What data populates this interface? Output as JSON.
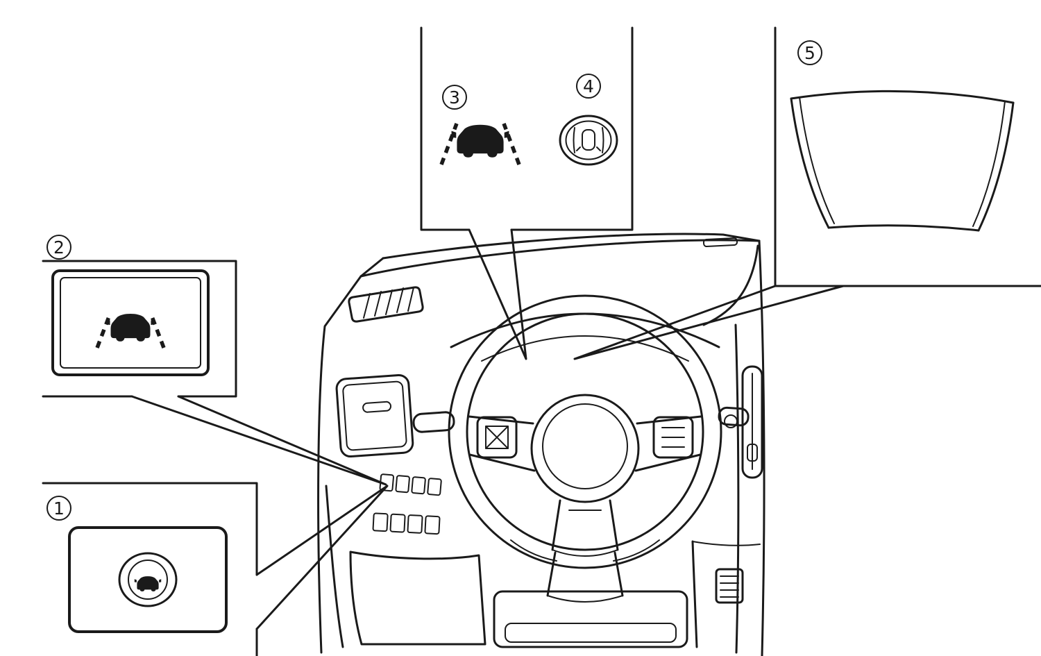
{
  "callouts": [
    {
      "number": "1",
      "name": "camera-switch-button"
    },
    {
      "number": "2",
      "name": "meter-display-lane-departure-warning"
    },
    {
      "number": "3",
      "name": "lane-departure-warning-indicator"
    },
    {
      "number": "4",
      "name": "lane-intervention-switch"
    },
    {
      "number": "5",
      "name": "windshield-camera-unit-area"
    }
  ],
  "colors": {
    "line": "#1a1a1a",
    "background": "#ffffff"
  },
  "icons": [
    {
      "name": "car-rear-with-lane-lines-icon"
    },
    {
      "name": "car-between-lanes-icon"
    },
    {
      "name": "car-in-circle-icon"
    },
    {
      "name": "windshield-outline"
    }
  ]
}
